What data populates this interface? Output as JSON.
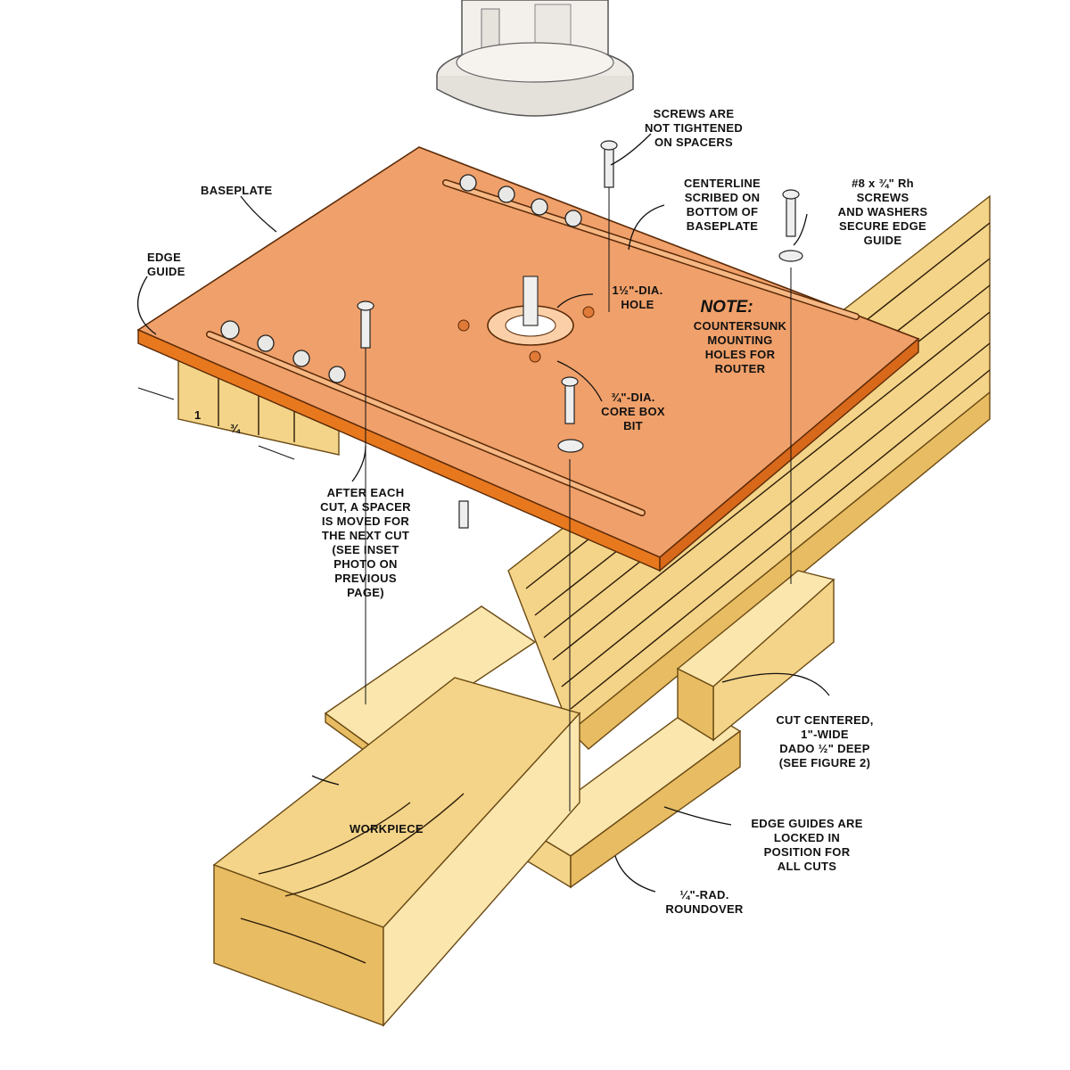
{
  "labels": {
    "baseplate": "BASEPLATE",
    "edge_guide": [
      "EDGE",
      "GUIDE"
    ],
    "screws_not_tightened": [
      "SCREWS ARE",
      "NOT TIGHTENED",
      "ON SPACERS"
    ],
    "centerline": [
      "CENTERLINE",
      "SCRIBED ON",
      "BOTTOM OF",
      "BASEPLATE"
    ],
    "rh_screws": [
      "#8 x ¾\" Rh",
      "SCREWS",
      "AND WASHERS",
      "SECURE EDGE",
      "GUIDE"
    ],
    "hole": [
      "1½\"-DIA.",
      "HOLE"
    ],
    "note_title": "NOTE:",
    "note_body": [
      "COUNTERSUNK",
      "MOUNTING",
      "HOLES FOR",
      "ROUTER"
    ],
    "core_box": [
      "¾\"-DIA.",
      "CORE BOX",
      "BIT"
    ],
    "spacer_note": [
      "AFTER EACH",
      "CUT, A SPACER",
      "IS MOVED FOR",
      "THE NEXT CUT",
      "(SEE INSET",
      "PHOTO ON",
      "PREVIOUS",
      "PAGE)"
    ],
    "dim_1": "1",
    "dim_3_4": "¾",
    "cut_centered": [
      "CUT CENTERED,",
      "1\"-WIDE",
      "DADO ½\" DEEP",
      "(SEE FIGURE 2)"
    ],
    "workpiece": "WORKPIECE",
    "edge_guides_locked": [
      "EDGE GUIDES ARE",
      "LOCKED IN",
      "POSITION FOR",
      "ALL CUTS"
    ],
    "roundover": [
      "¼\"-RAD.",
      "ROUNDOVER"
    ]
  },
  "colors": {
    "baseplate": "#f0a06a",
    "baseplate_edge": "#e8781e",
    "wood": "#f4d488",
    "wood_dark": "#e8bc62",
    "wood_light": "#fbe6ae",
    "ink": "#111111"
  },
  "icons": [
    "router-icon",
    "screw-icon",
    "washer-icon"
  ]
}
